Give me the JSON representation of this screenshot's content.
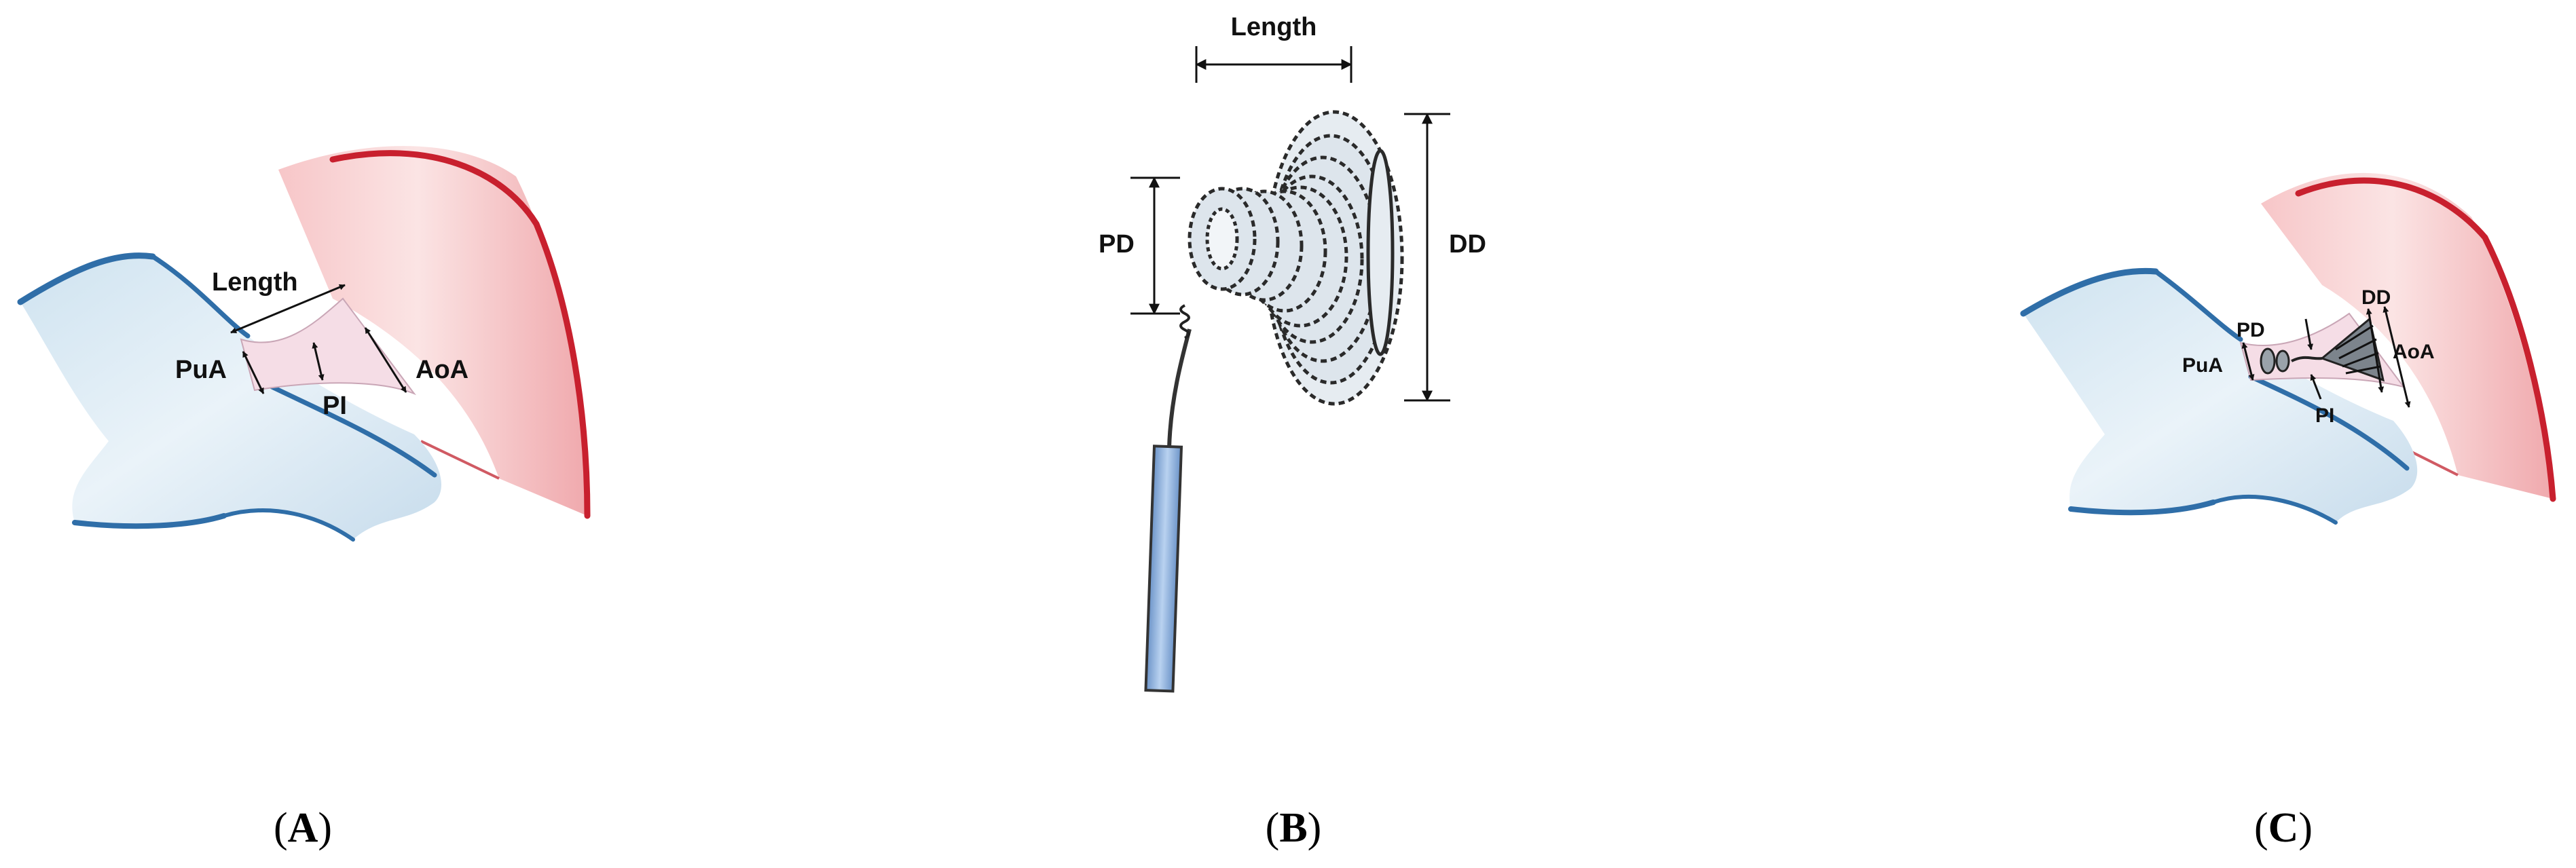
{
  "panels": {
    "a": {
      "caption_open": "(",
      "caption_letter": "A",
      "caption_close": ")",
      "labels": {
        "length": "Length",
        "pua": "PuA",
        "pi": "PI",
        "aoa": "AoA"
      }
    },
    "b": {
      "caption_open": "(",
      "caption_letter": "B",
      "caption_close": ")",
      "labels": {
        "length": "Length",
        "pd": "PD",
        "dd": "DD"
      }
    },
    "c": {
      "caption_open": "(",
      "caption_letter": "C",
      "caption_close": ")",
      "labels": {
        "pd": "PD",
        "dd": "DD",
        "pua": "PuA",
        "aoa": "AoA",
        "pi": "PI"
      }
    }
  },
  "colors": {
    "aorta_fill": "#f4b6b8",
    "aorta_edge": "#c8202e",
    "pulmonary_fill": "#d8eaf4",
    "pulmonary_edge": "#2f6ea8",
    "duct_fill": "#f5dde6",
    "coil_fill": "#dde5ec",
    "coil_stroke": "#2a2a2a",
    "catheter": "#8eb4e3"
  }
}
